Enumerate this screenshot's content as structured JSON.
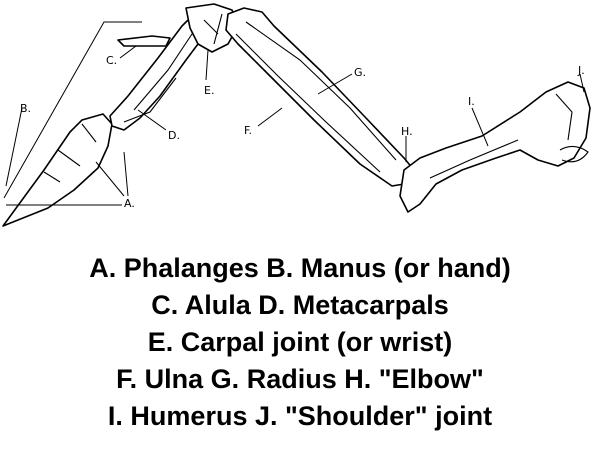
{
  "diagram": {
    "labels": {
      "A": "A.",
      "B": "B.",
      "C": "C.",
      "D": "D.",
      "E": "E.",
      "F": "F.",
      "G": "G.",
      "H": "H.",
      "I": "I.",
      "J": "J."
    }
  },
  "legend": {
    "line1": "A. Phalanges  B. Manus (or hand)",
    "line2": "C. Alula  D. Metacarpals",
    "line3": "E. Carpal joint (or wrist)",
    "line4": "F. Ulna  G. Radius  H. \"Elbow\"",
    "line5": "I. Humerus  J. \"Shoulder\" joint"
  }
}
